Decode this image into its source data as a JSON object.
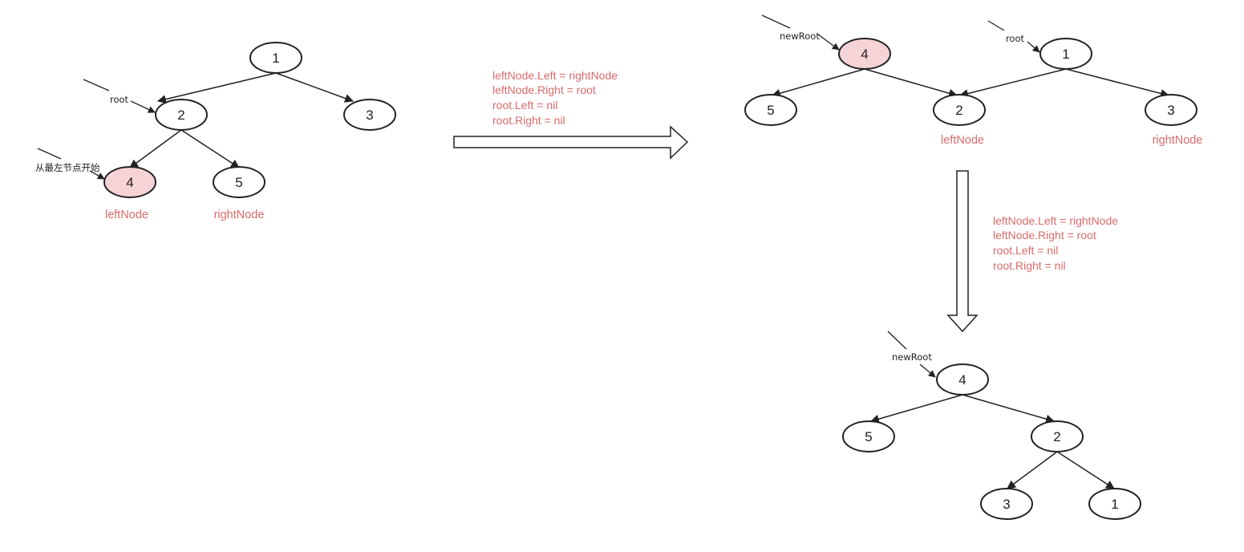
{
  "colors": {
    "highlight_fill": "#f6d3d6",
    "node_fill": "#ffffff",
    "stroke": "#222222",
    "accent_text": "#d96b6b"
  },
  "code_block": [
    "leftNode.Left = rightNode",
    "leftNode.Right = root",
    "root.Left = nil",
    "root.Right = nil"
  ],
  "diagram1": {
    "nodes": [
      "1",
      "2",
      "3",
      "4",
      "5"
    ],
    "pointers": {
      "root": "root",
      "start": "从最左节点开始"
    },
    "roles": {
      "left": "leftNode",
      "right": "rightNode"
    }
  },
  "diagram2": {
    "nodes": [
      "4",
      "5",
      "1",
      "2",
      "3"
    ],
    "pointers": {
      "new_root": "newRoot",
      "root": "root"
    },
    "roles": {
      "left": "leftNode",
      "right": "rightNode"
    }
  },
  "diagram3": {
    "nodes": [
      "4",
      "5",
      "2",
      "3",
      "1"
    ],
    "pointers": {
      "new_root": "newRoot"
    }
  },
  "arrows": [
    "transform-right-arrow",
    "transform-down-arrow"
  ]
}
